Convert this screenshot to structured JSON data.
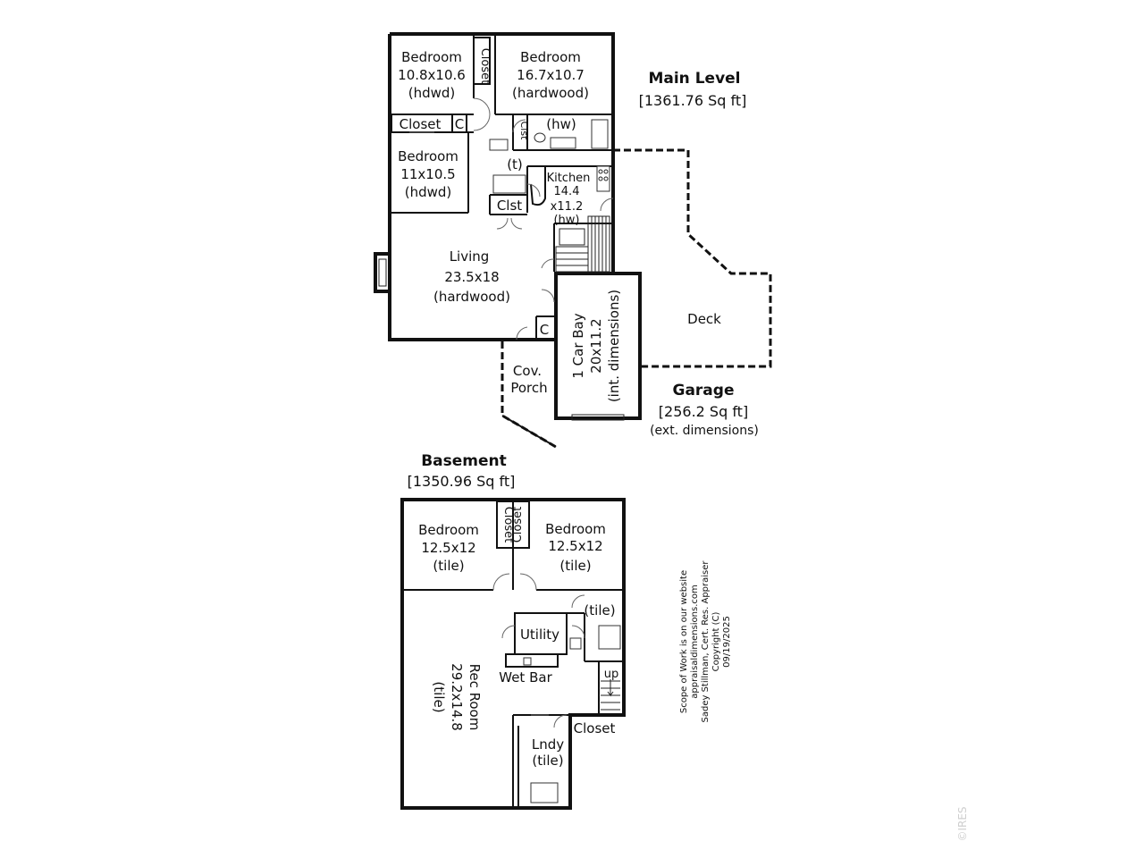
{
  "main_level": {
    "title": "Main Level",
    "area": "[1361.76 Sq ft]",
    "rooms": {
      "bedroom1": [
        "Bedroom",
        "10.8x10.6",
        "(hdwd)"
      ],
      "bedroom2": [
        "Bedroom",
        "16.7x10.7",
        "(hardwood)"
      ],
      "bedroom3": [
        "Bedroom",
        "11x10.5",
        "(hdwd)"
      ],
      "living": [
        "Living",
        "23.5x18",
        "(hardwood)"
      ],
      "kitchen": [
        "Kitchen",
        "14.4",
        "x11.2",
        "(hw)"
      ],
      "closet_vertical": "Closet",
      "closet_hall": "Closet",
      "c_small": "C",
      "clst_small": "Clst",
      "clst_hall": "Clst",
      "bath_hw": "(hw)",
      "bath_t": "(t)",
      "porch": [
        "Cov.",
        "Porch"
      ],
      "deck": "Deck",
      "c_entry": "C",
      "car_bay": [
        "1 Car Bay",
        "20x11.2",
        "(int. dimensions)"
      ]
    }
  },
  "garage": {
    "title": "Garage",
    "area": "[256.2 Sq ft]",
    "note": "(ext. dimensions)"
  },
  "basement": {
    "title": "Basement",
    "area": "[1350.96 Sq ft]",
    "rooms": {
      "bedroom_left": [
        "Bedroom",
        "12.5x12",
        "(tile)"
      ],
      "bedroom_right": [
        "Bedroom",
        "12.5x12",
        "(tile)"
      ],
      "closet_left": "Closet",
      "closet_right": "Closet",
      "bath_tile": "(tile)",
      "utility": "Utility",
      "wet_bar": "Wet Bar",
      "up": "up",
      "rec_room": [
        "Rec Room",
        "29.2x14.8",
        "(tile)"
      ],
      "closet_bottom": "Closet",
      "laundry": [
        "Lndy",
        "(tile)"
      ]
    }
  },
  "credits": [
    "Scope of Work is on our website",
    "appraisaldimensions.com",
    "Sadey Stillman, Cert. Res. Appraiser",
    "Copyright (C)",
    "09/19/2025"
  ],
  "watermark": "©IRES"
}
